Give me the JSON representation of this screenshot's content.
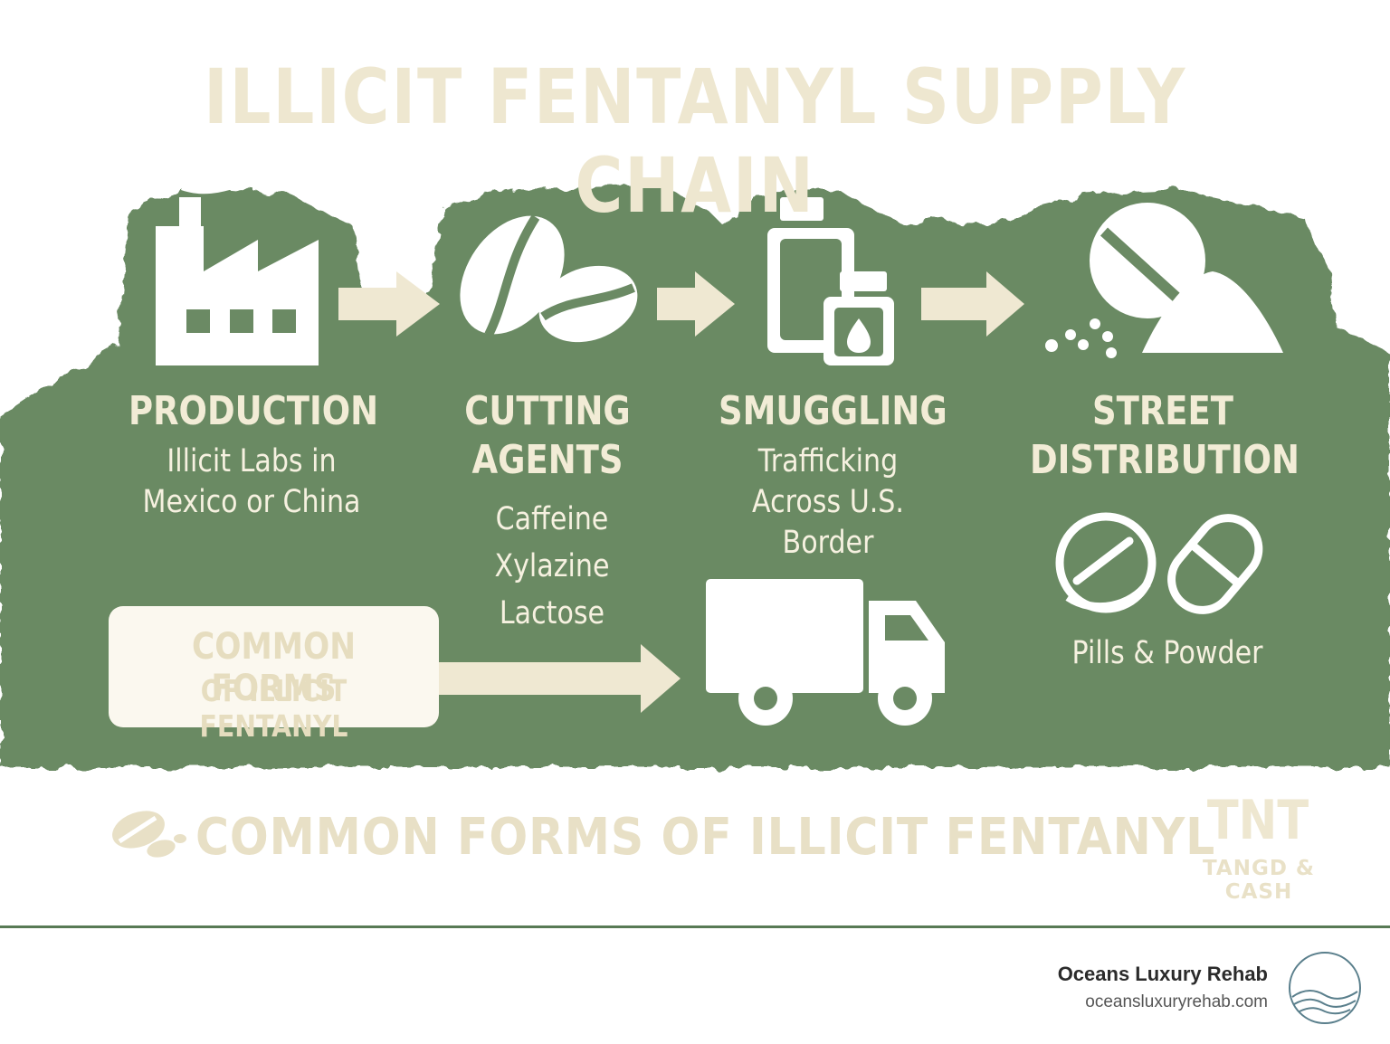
{
  "title": "ILLICIT FENTANYL SUPPLY CHAIN",
  "stages": [
    {
      "heading_lines": [
        "PRODUCTION"
      ],
      "detail_lines": [
        "Illicit Labs in",
        "Mexico or China"
      ],
      "icon": "factory-icon"
    },
    {
      "heading_lines": [
        "CUTTING",
        "AGENTS"
      ],
      "detail_lines": [
        "Caffeine",
        "Xylazine",
        "Lactose"
      ],
      "icon": "coffee-beans-icon"
    },
    {
      "heading_lines": [
        "SMUGGLING"
      ],
      "detail_lines": [
        "Trafficking",
        "Across U.S.",
        "Border"
      ],
      "icon": "bottles-icon"
    },
    {
      "heading_lines": [
        "STREET",
        "DISTRIBUTION"
      ],
      "detail_lines": [
        "Pills & Powder"
      ],
      "icon": "pill-powder-icon"
    }
  ],
  "forms_box": {
    "line1": "COMMON FORMS",
    "line2": "OF ILLICIT FENTANYL"
  },
  "bottom_label": "COMMON FORMS OF ILLICIT FENTANYL",
  "stamp": {
    "main": "TNT",
    "sub": "TANGD & CASH"
  },
  "footer": {
    "name": "Oceans Luxury Rehab",
    "url": "oceansluxuryrehab.com"
  },
  "colors": {
    "band": "#6b8a64",
    "cream": "#efe8d2",
    "white": "#ffffff",
    "footer_line": "#587a55"
  }
}
